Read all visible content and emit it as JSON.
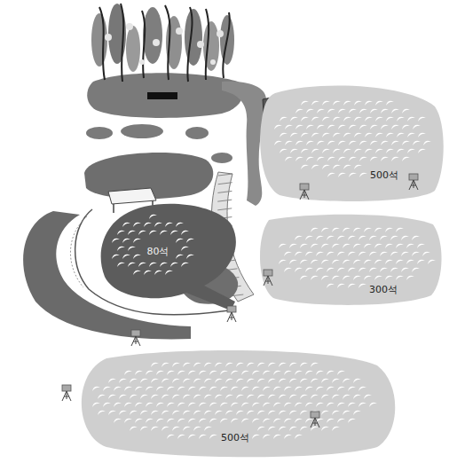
{
  "diagram": {
    "nodes": [
      {
        "text": [
          "500석"
        ]
      },
      {
        "text": [
          "80석"
        ]
      },
      {
        "text": [
          "300석"
        ]
      },
      {
        "text": [
          "500석"
        ]
      }
    ]
  }
}
